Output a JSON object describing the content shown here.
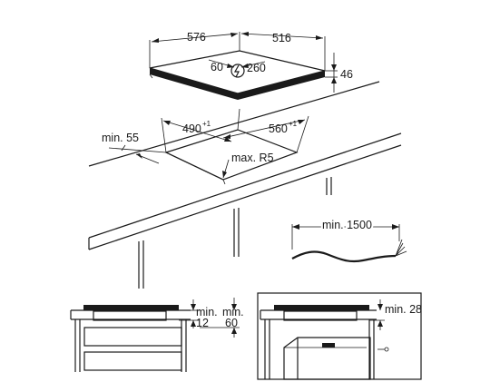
{
  "hob": {
    "width_label": "576",
    "depth_label": "516",
    "height_label": "46",
    "cable_left_label": "60",
    "cable_right_label": "260"
  },
  "cutout": {
    "width_label": "490",
    "width_tol": "+1",
    "depth_label": "560",
    "depth_tol": "+1",
    "front_min_label": "min. 55",
    "radius_label": "max. R5"
  },
  "cable": {
    "length_label": "min. 1500"
  },
  "section_left": {
    "gap_top_label_a": "min.",
    "gap_top_value_a": "12",
    "gap_top_label_b": "min.",
    "gap_top_value_b": "60"
  },
  "section_right": {
    "clearance_label": "min. 28"
  }
}
